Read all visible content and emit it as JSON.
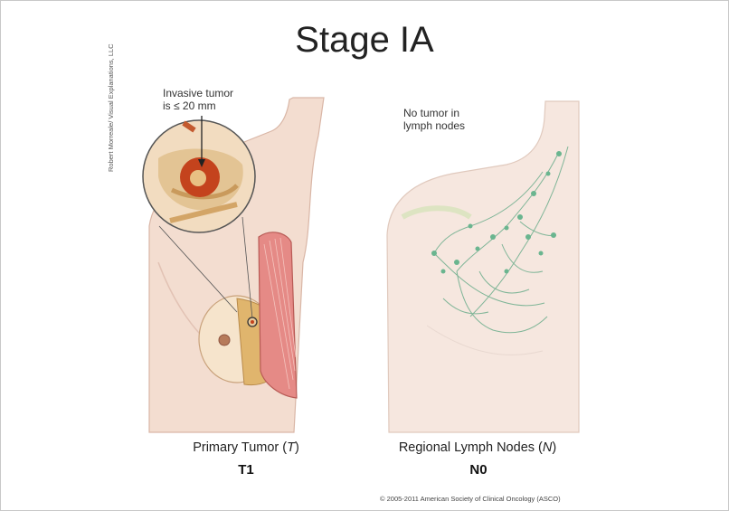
{
  "title": "Stage IA",
  "credit": "Robert Morreale/ Visual Explanations, LLC",
  "left_panel": {
    "callout": [
      "Invasive tumor",
      "is ≤ 20 mm"
    ],
    "caption_prefix": "Primary Tumor (",
    "caption_symbol": "T",
    "caption_suffix": ")",
    "code": "T1"
  },
  "right_panel": {
    "callout": [
      "No tumor in",
      "lymph nodes"
    ],
    "caption_prefix": "Regional Lymph Nodes (",
    "caption_symbol": "N",
    "caption_suffix": ")",
    "code": "N0"
  },
  "copyright": "© 2005-2011 American Society of Clinical Oncology (ASCO)",
  "colors": {
    "skin": "#f3ddd0",
    "tumor": "#c4431d",
    "node": "#6ab58f",
    "muscle": "#e58a86"
  }
}
